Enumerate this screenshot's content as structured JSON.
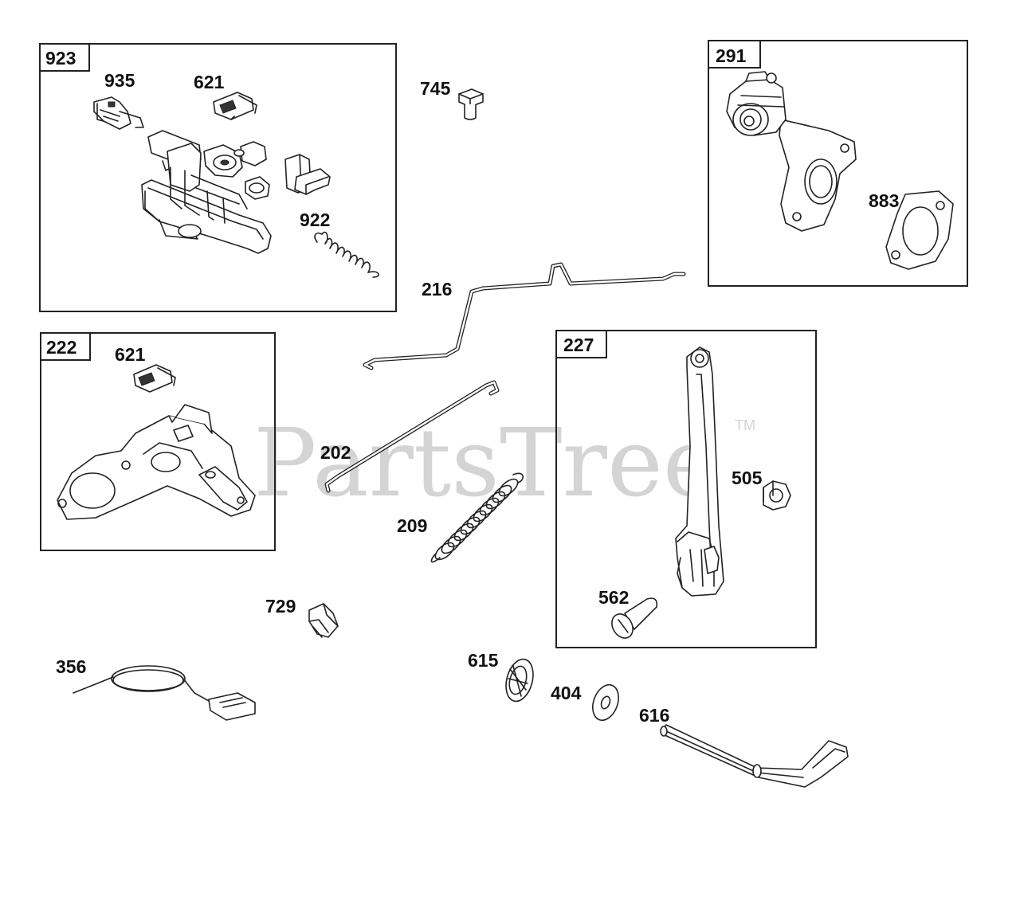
{
  "watermark": {
    "text": "PartsTree",
    "trademark": "TM"
  },
  "callouts": [
    {
      "id": "p923",
      "text": "923",
      "boxed": true
    },
    {
      "id": "p935",
      "text": "935",
      "boxed": false
    },
    {
      "id": "p621a",
      "text": "621",
      "boxed": false
    },
    {
      "id": "p922",
      "text": "922",
      "boxed": false
    },
    {
      "id": "p745",
      "text": "745",
      "boxed": false
    },
    {
      "id": "p291",
      "text": "291",
      "boxed": true
    },
    {
      "id": "p883",
      "text": "883",
      "boxed": false
    },
    {
      "id": "p216",
      "text": "216",
      "boxed": false
    },
    {
      "id": "p222",
      "text": "222",
      "boxed": true
    },
    {
      "id": "p621b",
      "text": "621",
      "boxed": false
    },
    {
      "id": "p227",
      "text": "227",
      "boxed": true
    },
    {
      "id": "p202",
      "text": "202",
      "boxed": false
    },
    {
      "id": "p505",
      "text": "505",
      "boxed": false
    },
    {
      "id": "p209",
      "text": "209",
      "boxed": false
    },
    {
      "id": "p562",
      "text": "562",
      "boxed": false
    },
    {
      "id": "p729",
      "text": "729",
      "boxed": false
    },
    {
      "id": "p356",
      "text": "356",
      "boxed": false
    },
    {
      "id": "p615",
      "text": "615",
      "boxed": false
    },
    {
      "id": "p404",
      "text": "404",
      "boxed": false
    },
    {
      "id": "p616",
      "text": "616",
      "boxed": false
    }
  ]
}
